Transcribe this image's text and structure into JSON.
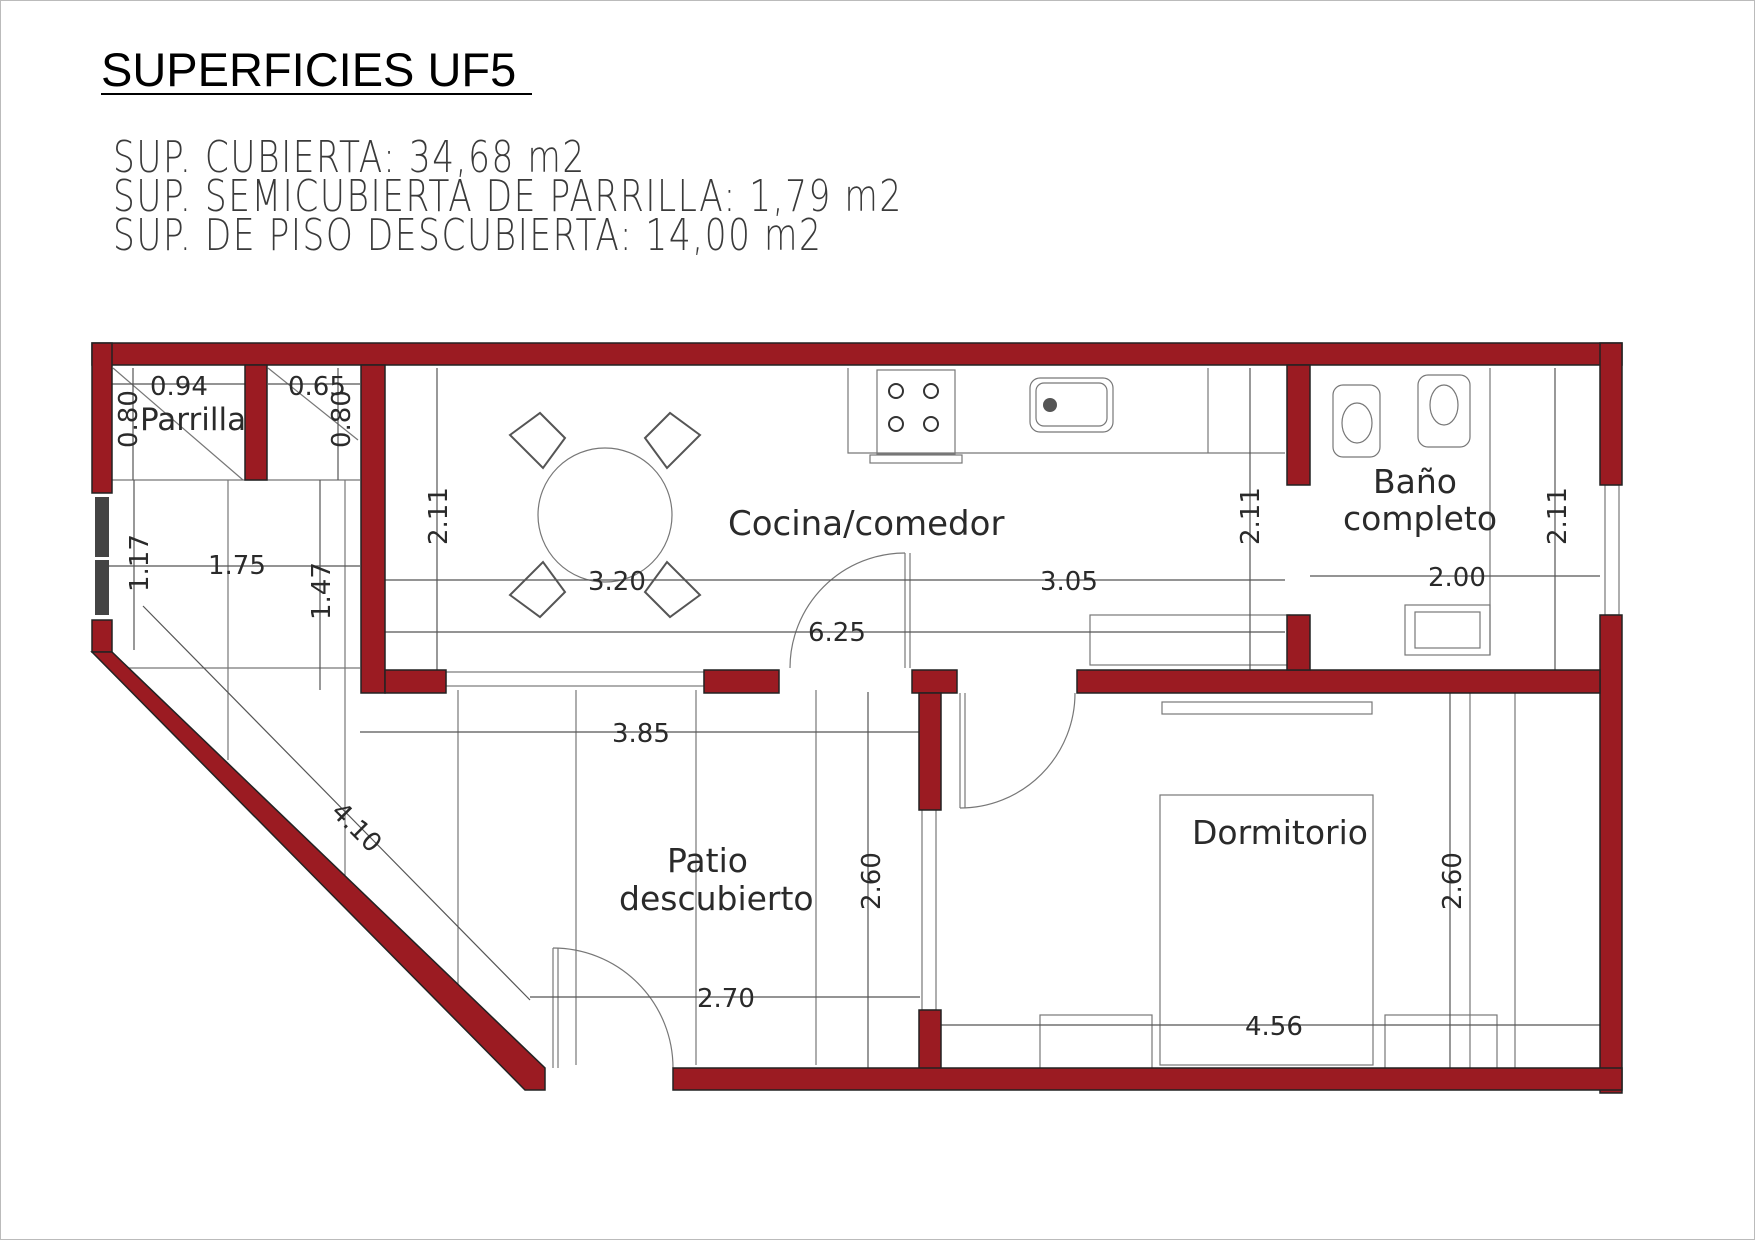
{
  "title": "SUPERFICIES UF5",
  "areas": [
    "SUP. CUBIERTA: 34,68 m2",
    "SUP. SEMICUBIERTA DE PARRILLA: 1,79 m2",
    "SUP. DE PISO DESCUBIERTA: 14,00 m2"
  ],
  "rooms": {
    "parrilla": "Parrilla",
    "cocina": "Cocina/comedor",
    "bano_1": "Baño",
    "bano_2": "completo",
    "patio_1": "Patio",
    "patio_2": "descubierto",
    "dormitorio": "Dormitorio"
  },
  "dims": {
    "d094": "0.94",
    "d065": "0.65",
    "d080a": "0.80",
    "d080b": "0.80",
    "d117": "1.17",
    "d175": "1.75",
    "d147": "1.47",
    "d211a": "2.11",
    "d320": "3.20",
    "d305": "3.05",
    "d211b": "2.11",
    "d200": "2.00",
    "d211c": "2.11",
    "d625": "6.25",
    "d385": "3.85",
    "d410": "4.10",
    "d260a": "2.60",
    "d270": "2.70",
    "d456": "4.56",
    "d260b": "2.60"
  },
  "colors": {
    "wall": "#9b1b22",
    "line": "#555555"
  }
}
